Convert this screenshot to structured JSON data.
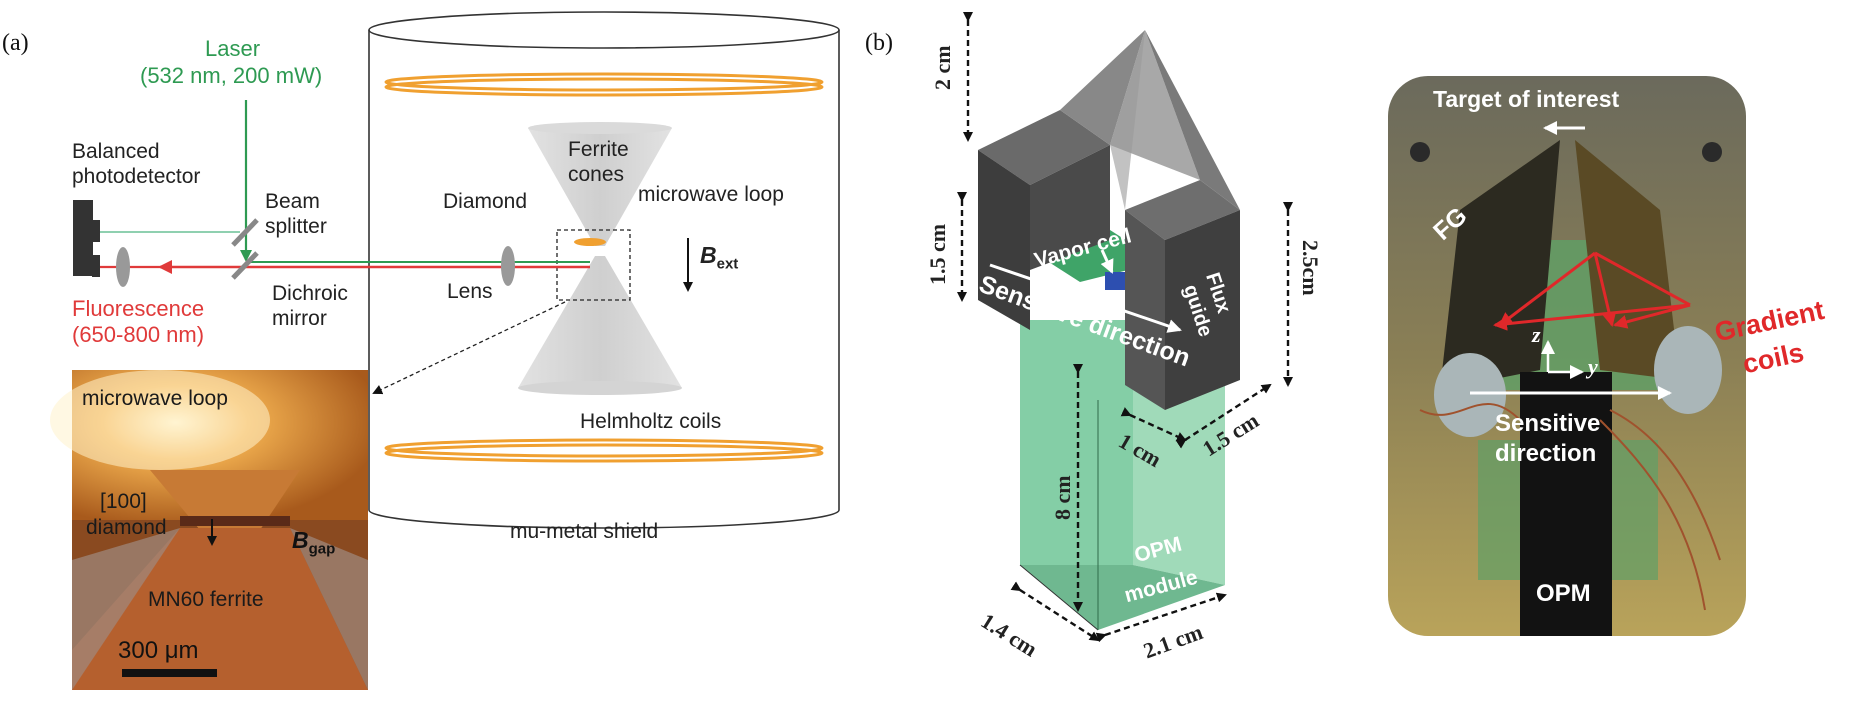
{
  "panel_a": {
    "tag": "(a)",
    "laser": "Laser",
    "laser_spec": "(532 nm, 200 mW)",
    "balanced_1": "Balanced",
    "balanced_2": "photodetector",
    "beam_1": "Beam",
    "beam_2": "splitter",
    "dichroic_1": "Dichroic",
    "dichroic_2": "mirror",
    "fluorescence": "Fluorescence",
    "fluorescence_spec": "(650-800 nm)",
    "lens": "Lens",
    "diamond": "Diamond",
    "ferrite_1": "Ferrite",
    "ferrite_2": "cones",
    "microwave_loop": "microwave loop",
    "bext_b": "B",
    "bext_sub": "ext",
    "helmholtz": "Helmholtz coils",
    "mu_metal": "mu-metal shield",
    "inset": {
      "microwave_loop": "microwave loop",
      "hkl": "[100]",
      "diamond": "diamond",
      "bgap_b": "B",
      "bgap_sub": "gap",
      "ferrite": "MN60 ferrite",
      "scale": "300 μm"
    }
  },
  "panel_b": {
    "tag": "(b)",
    "dim_2cm": "2 cm",
    "dim_15cm_left": "1.5 cm",
    "dim_25cm": "2.5cm",
    "dim_8cm": "8 cm",
    "dim_1cm": "1 cm",
    "dim_15cm_bottom": "1.5 cm",
    "dim_14cm": "1.4 cm",
    "dim_21cm": "2.1 cm",
    "vapor_cell": "Vapor cell",
    "sensitive_direction": "Sensitive direction",
    "flux_1": "Flux",
    "flux_2": "guide",
    "opm_1": "OPM",
    "opm_2": "module",
    "photo": {
      "target": "Target of interest",
      "fg": "FG",
      "gradient_1": "Gradient",
      "gradient_2": "coils",
      "axis_z": "z",
      "axis_y": "y",
      "sensitive_1": "Sensitive",
      "sensitive_2": "direction",
      "opm": "OPM"
    }
  },
  "colors": {
    "laser_green": "#2e9a52",
    "fluorescence_red": "#e03a3a",
    "coil_orange": "#f0a030",
    "opm_green": "#6fc596",
    "flux_gray": "#555555"
  }
}
